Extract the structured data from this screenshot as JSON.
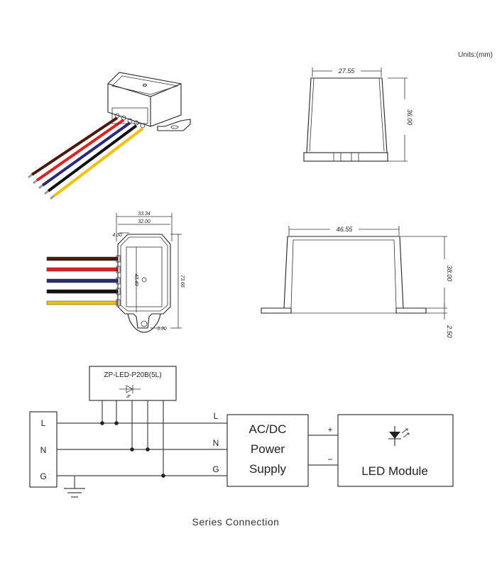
{
  "units": "Units:(mm)",
  "product_view": {
    "wire_colors": [
      "#4a1a0a",
      "#e02020",
      "#2a2a7a",
      "#111111",
      "#f5c000"
    ]
  },
  "front_view": {
    "width": "27.55",
    "height": "36.00"
  },
  "top_view": {
    "outer_width": "33.34",
    "inner_width": "32.00",
    "flange": "4.30",
    "hole_spacing": "43.49",
    "total_length": "73.66",
    "tab": "3.30"
  },
  "side_view": {
    "width": "46.55",
    "height": "38.00",
    "base": "2.50"
  },
  "schematic": {
    "module_label": "ZP-LED-P20B(5L)",
    "terminals": [
      "L",
      "N",
      "G"
    ],
    "line_labels": [
      "L",
      "N",
      "G"
    ],
    "psu_lines": [
      "AC/DC",
      "Power",
      "Supply"
    ],
    "plus": "+",
    "minus": "−",
    "led_label": "LED Module",
    "caption": "Series Connection"
  }
}
